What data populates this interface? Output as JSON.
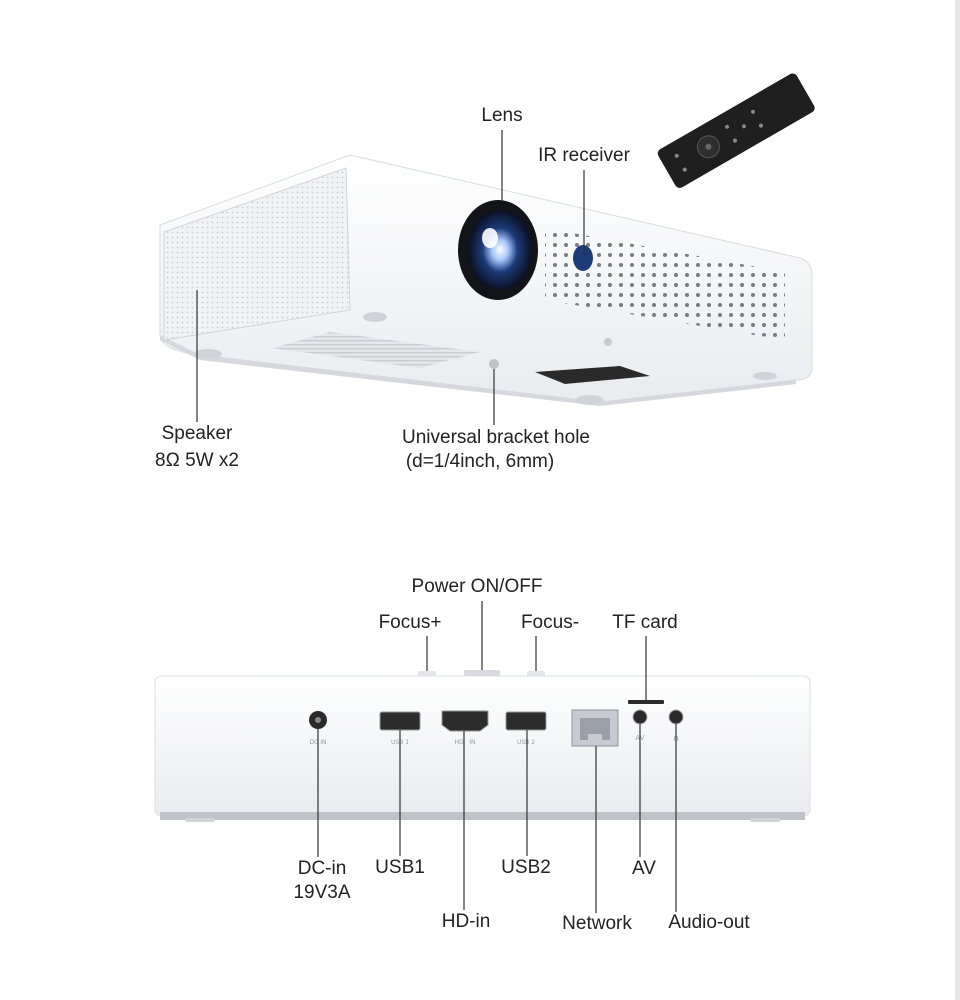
{
  "top_view": {
    "labels": {
      "lens": "Lens",
      "ir_receiver": "IR receiver",
      "speaker": "Speaker",
      "speaker_spec": "8Ω 5W x2",
      "bracket_hole": "Universal bracket hole",
      "bracket_hole_spec": "(d=1/4inch, 6mm)"
    }
  },
  "back_view": {
    "labels": {
      "power": "Power ON/OFF",
      "focus_plus": "Focus+",
      "focus_minus": "Focus-",
      "tf_card": "TF card",
      "dc_in": "DC-in",
      "dc_in_spec": "19V3A",
      "usb1": "USB1",
      "hd_in": "HD-in",
      "usb2": "USB2",
      "network": "Network",
      "av": "AV",
      "audio_out": "Audio-out"
    },
    "port_marks": {
      "dc": "DC IN",
      "usb1": "USB 1",
      "hd": "HD   IN",
      "usb2": "USB 2",
      "av": "AV"
    }
  },
  "colors": {
    "body_white": "#ffffff",
    "body_shade": "#eceef2",
    "lens_blue": "#1c3b78",
    "remote_black": "#1f1f1f",
    "line": "#333333"
  }
}
